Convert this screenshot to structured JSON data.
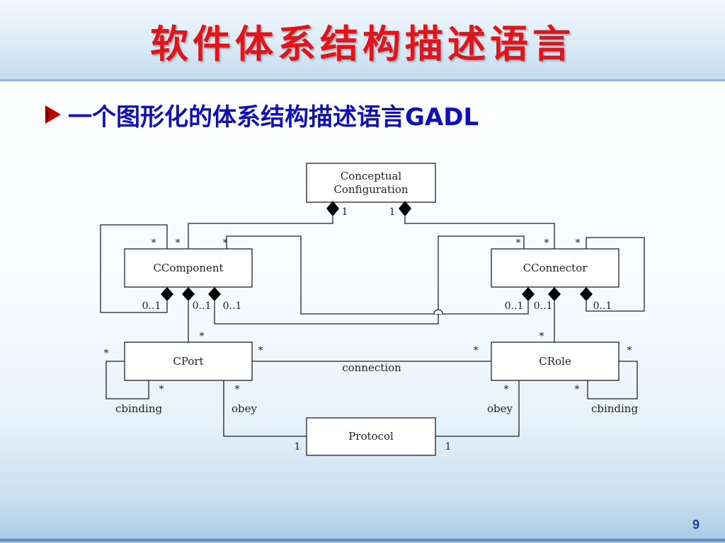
{
  "slide": {
    "title": "软件体系结构描述语言",
    "bullet": "一个图形化的体系结构描述语言GADL",
    "page_number": "9"
  },
  "diagram": {
    "classes": {
      "conceptual_line1": "Conceptual",
      "conceptual_line2": "Configuration",
      "component": "CComponent",
      "connector": "CConnector",
      "port": "CPort",
      "role": "CRole",
      "protocol": "Protocol"
    },
    "labels": {
      "connection": "connection",
      "port_cbinding": "cbinding",
      "role_cbinding": "cbinding",
      "port_obey": "obey",
      "role_obey": "obey"
    },
    "multiplicities": {
      "conf_comp": "1",
      "conf_conn": "1",
      "comp_star_1": "*",
      "comp_star_2": "*",
      "comp_star_3": "*",
      "conn_star_1": "*",
      "conn_star_2": "*",
      "conn_star_3": "*",
      "comp_01_1": "0..1",
      "comp_01_2": "0..1",
      "comp_01_3": "0..1",
      "conn_01_1": "0..1",
      "conn_01_2": "0..1",
      "conn_01_3": "0..1",
      "port_top": "*",
      "role_top": "*",
      "port_self": "*",
      "port_right": "*",
      "role_left": "*",
      "role_self": "*",
      "port_cb": "*",
      "port_obey_star": "*",
      "role_obey_star": "*",
      "role_cb": "*",
      "proto_left": "1",
      "proto_right": "1"
    }
  },
  "colors": {
    "title": "#e0141b",
    "bullet_text": "#1010b8",
    "bullet_arrow": "#c00000"
  }
}
